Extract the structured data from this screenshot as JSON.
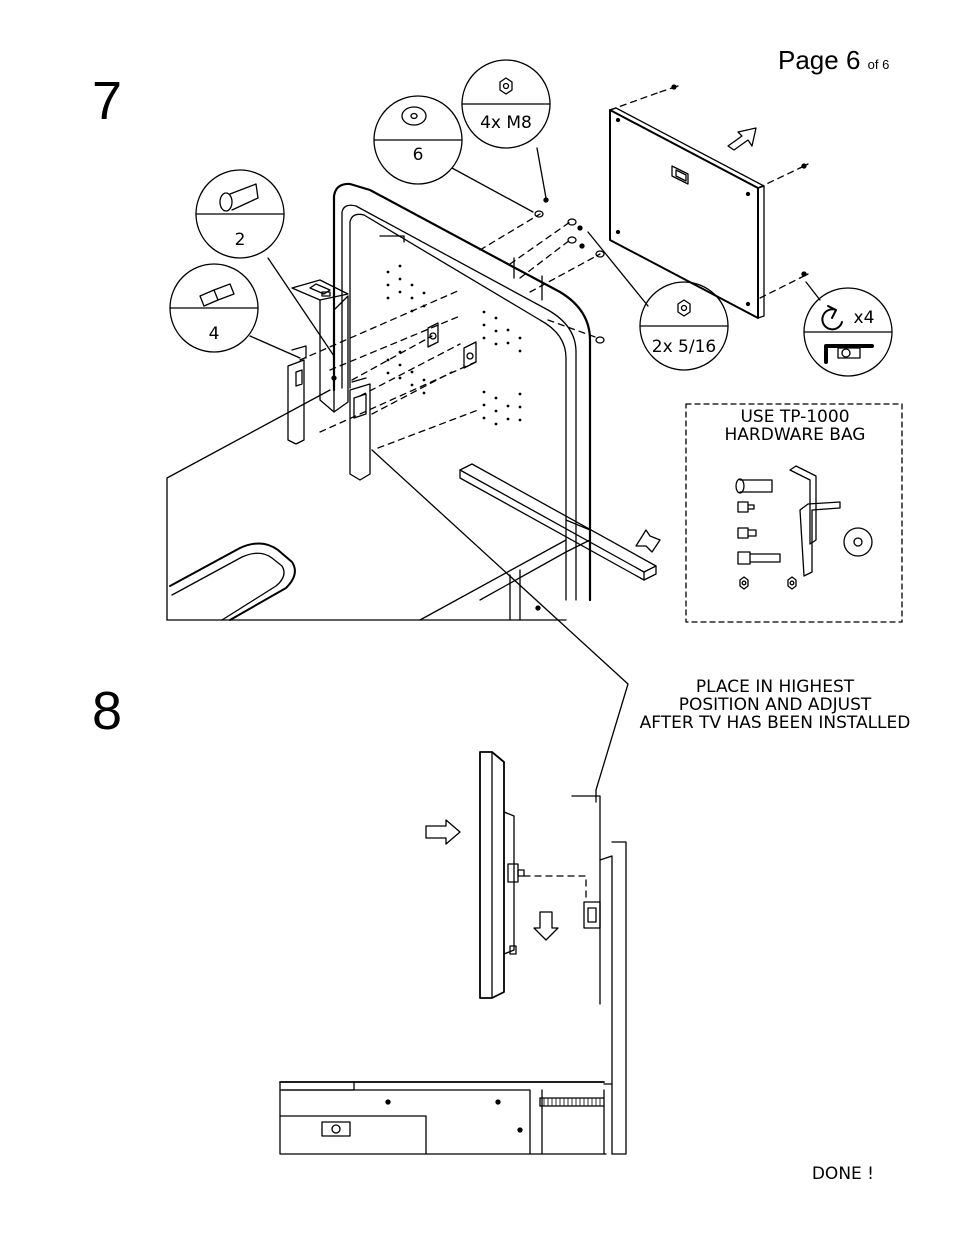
{
  "page": {
    "label": "Page 6",
    "of": "of 6"
  },
  "steps": {
    "step7": "7",
    "step8": "8"
  },
  "callouts": {
    "washer": "6",
    "nut_m8": "4x M8",
    "carriage_bolt": "2",
    "cap_screw": "4",
    "nut_516": "2x 5/16",
    "rotate": "x4"
  },
  "hardware_bag": {
    "line1": "USE TP-1000",
    "line2": "HARDWARE BAG"
  },
  "note": {
    "line1": "PLACE IN HIGHEST",
    "line2": "POSITION AND ADJUST",
    "line3": "AFTER TV HAS BEEN INSTALLED"
  },
  "done": "DONE !"
}
